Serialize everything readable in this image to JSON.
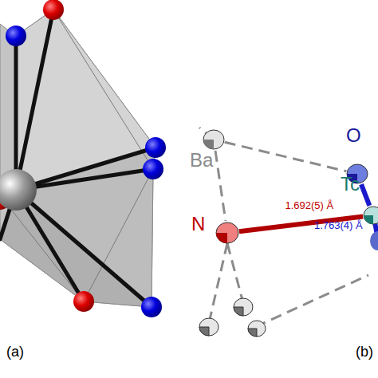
{
  "diagram": {
    "nodes": [
      {
        "text": [
          "Ba"
        ]
      },
      {
        "text": [
          "O"
        ]
      },
      {
        "text": [
          "Tc"
        ]
      },
      {
        "text": [
          "N"
        ]
      }
    ],
    "edges": [
      {
        "from": 0,
        "to": 1,
        "arrow": "none"
      },
      {
        "from": 0,
        "to": 3,
        "arrow": "none"
      },
      {
        "from": 3,
        "to": 2,
        "label": "1.692(5) Å",
        "arrow": "none"
      },
      {
        "from": 1,
        "to": 2,
        "arrow": "none"
      }
    ],
    "labels": [
      "(a)",
      "(b)",
      "1.763(4) Å"
    ]
  }
}
